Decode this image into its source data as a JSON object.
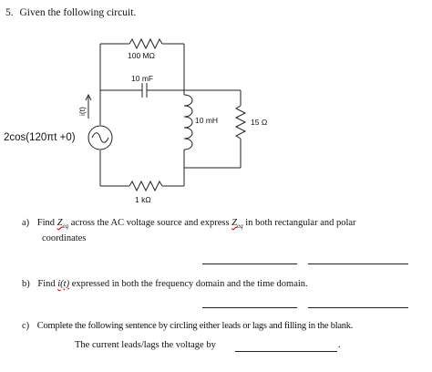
{
  "question": {
    "number": "5.",
    "title": "Given the following circuit."
  },
  "circuit": {
    "source_label": "2cos(120πt +0)",
    "current_label": "i(t)",
    "r_top": "100 MΩ",
    "capacitor": "10 mF",
    "inductor": "10 mH",
    "r_right": "15 Ω",
    "r_bottom": "1 kΩ"
  },
  "parts": {
    "a": {
      "letter": "a)",
      "pre": "Find ",
      "sym": "Z",
      "sub": "eq",
      "post": " across the AC voltage source and express ",
      "sym2": "Z",
      "sub2": "eq",
      "post2": " in both rectangular and polar",
      "line2": "coordinates"
    },
    "b": {
      "letter": "b)",
      "pre": "Find ",
      "sym": "i(t)",
      "post": " expressed in both the frequency domain and the time domain."
    },
    "c": {
      "letter": "c)",
      "text": "Complete the following sentence by circling either leads or lags and filling in the blank.",
      "sentence": "The current leads/lags the voltage by ",
      "end": "."
    }
  }
}
